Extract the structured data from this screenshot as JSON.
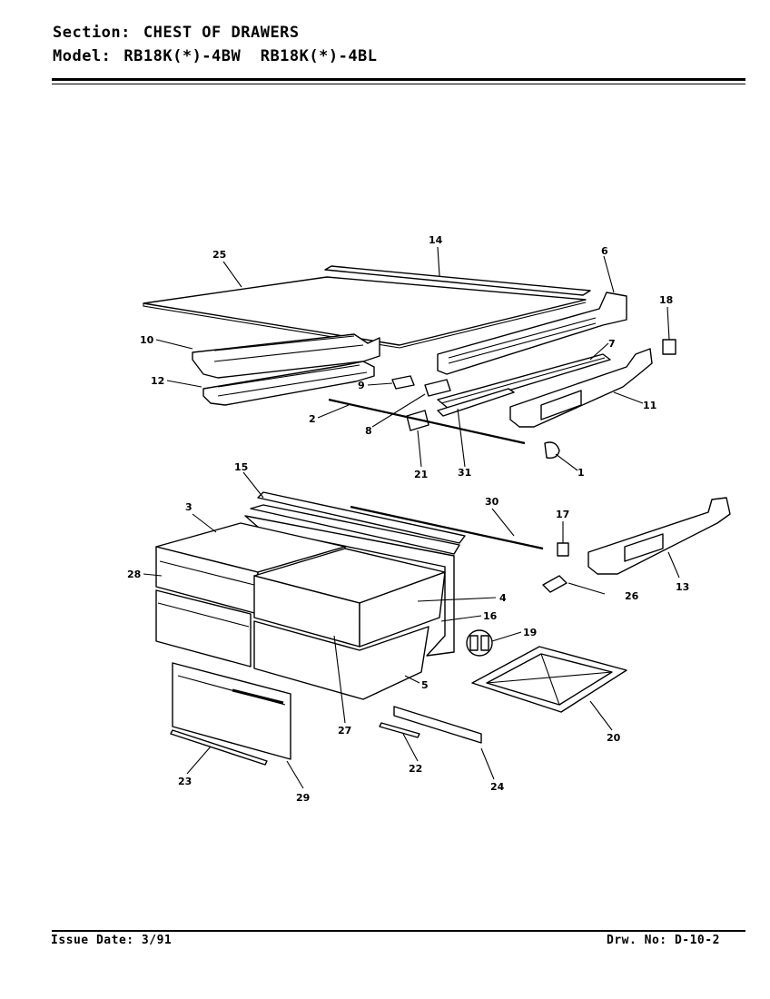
{
  "header": {
    "section_key": "Section:",
    "section_value": "CHEST OF DRAWERS",
    "model_key": "Model:",
    "model_value": "RB18K(*)-4BW  RB18K(*)-4BL"
  },
  "footer": {
    "issue": "Issue Date: 3/91",
    "drawing": "Drw. No: D-10-2"
  },
  "callouts": [
    "25",
    "14",
    "6",
    "18",
    "10",
    "7",
    "12",
    "9",
    "11",
    "2",
    "8",
    "21",
    "31",
    "1",
    "15",
    "30",
    "3",
    "17",
    "13",
    "28",
    "4",
    "26",
    "16",
    "19",
    "5",
    "27",
    "20",
    "23",
    "22",
    "24",
    "29"
  ]
}
